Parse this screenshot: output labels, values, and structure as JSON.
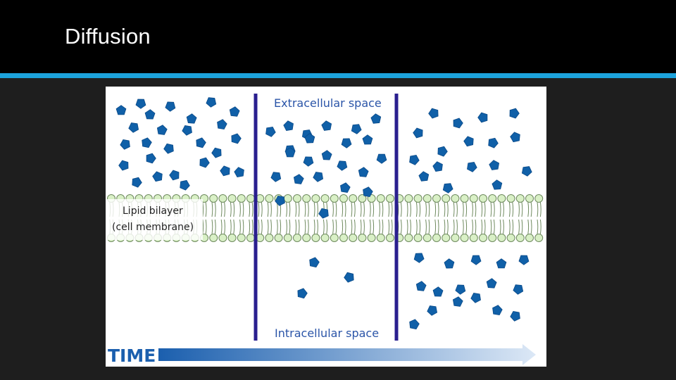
{
  "slide": {
    "title": "Diffusion"
  },
  "figure": {
    "labels": {
      "extracellular": "Extracellular space",
      "intracellular": "Intracellular space",
      "bilayer_line1": "Lipid bilayer",
      "bilayer_line2": "(cell membrane)",
      "time": "TIME"
    },
    "colors": {
      "accent_stripe": "#1ca3dc",
      "molecule": "#1060a8",
      "divider": "#2a1f8f",
      "lipid_head": "#d9f0c6",
      "lipid_tail": "#6f8a5f",
      "label_text": "#2b55a8",
      "time_arrow": "#1b5fae"
    },
    "panels": [
      {
        "stage": "initial",
        "molecules_above": "many",
        "molecules_below": "none"
      },
      {
        "stage": "diffusing",
        "molecules_above": "fewer",
        "molecules_below": "few"
      },
      {
        "stage": "equilibrium",
        "molecules_above": "equal",
        "molecules_below": "equal"
      }
    ]
  }
}
